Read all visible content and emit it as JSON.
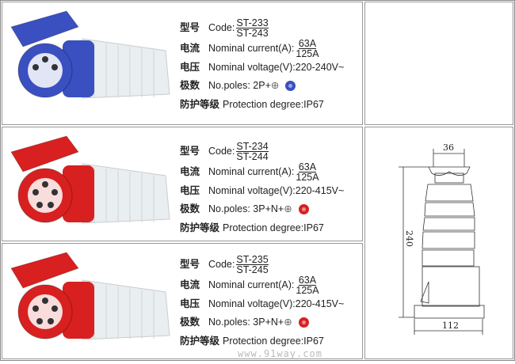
{
  "labels": {
    "code_cn": "型号",
    "code_en": "Code:",
    "current_cn": "电流",
    "current_en": "Nominal current(A):",
    "voltage_cn": "电压",
    "voltage_en": "Nominal voltage(V):",
    "poles_cn": "极数",
    "poles_en": "No.poles:",
    "protection_cn": "防护等级",
    "protection_en": "Protection degree:IP67",
    "earth_symbol": "⊕"
  },
  "products": [
    {
      "code_top": "ST-233",
      "code_bottom": "ST-243",
      "current_top": "63A",
      "current_bottom": "125A",
      "voltage": "220-240V~",
      "poles": "2P+",
      "color": "#3a4fc0"
    },
    {
      "code_top": "ST-234",
      "code_bottom": "ST-244",
      "current_top": "63A",
      "current_bottom": "125A",
      "voltage": "220-415V~",
      "poles": "3P+N+",
      "color": "#d82020"
    },
    {
      "code_top": "ST-235",
      "code_bottom": "ST-245",
      "current_top": "63A",
      "current_bottom": "125A",
      "voltage": "220-415V~",
      "poles": "3P+N+",
      "color": "#d82020"
    }
  ],
  "drawing": {
    "width_top": "36",
    "height": "240",
    "width_base": "112"
  },
  "watermark": "www.91way.com"
}
